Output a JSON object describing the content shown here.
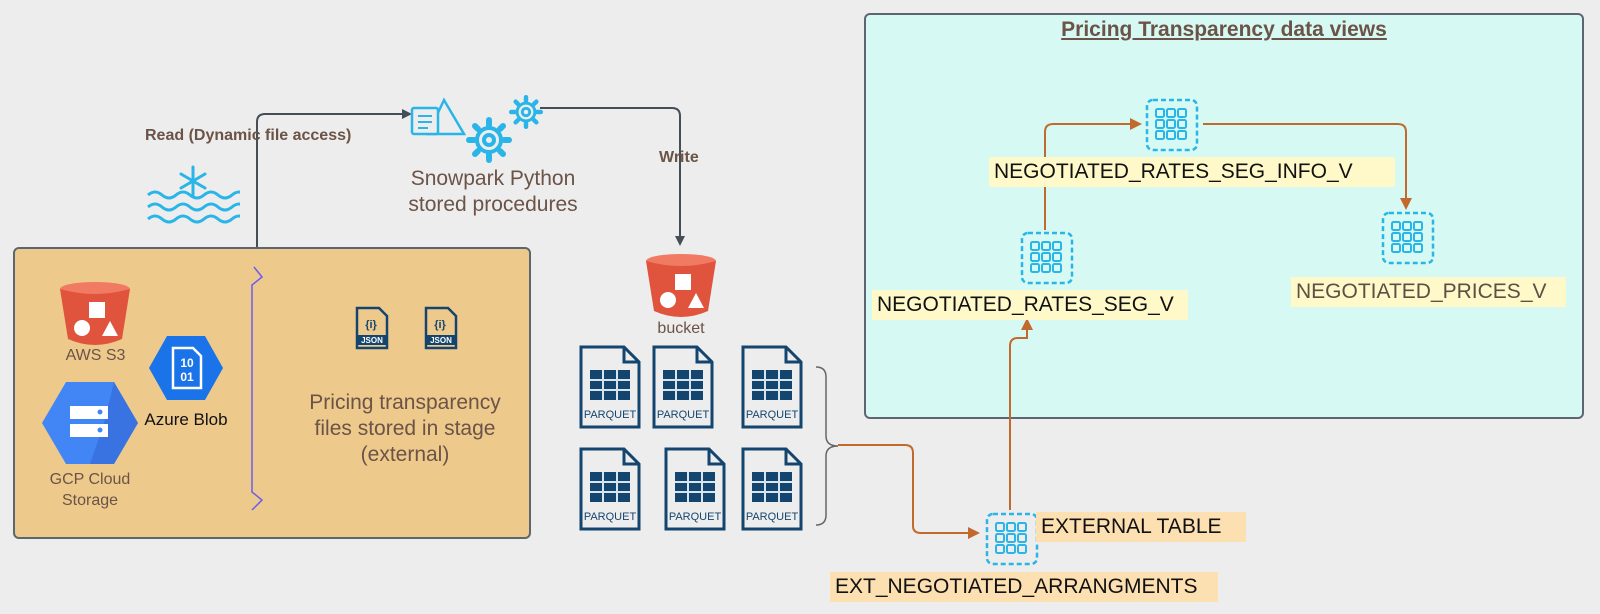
{
  "views_panel": {
    "title": "Pricing Transparency  data views"
  },
  "edges": {
    "read": "Read (Dynamic file access)",
    "write": "Write"
  },
  "procedures": {
    "line1": "Snowpark Python",
    "line2": "stored procedures"
  },
  "stage": {
    "aws": "AWS S3",
    "azure": "Azure Blob",
    "azure_icon_text": [
      "10",
      "01"
    ],
    "gcp_line1": "GCP Cloud",
    "gcp_line2": "Storage",
    "json_icon_text": "JSON",
    "json_icon_glyph": "{i}",
    "description": [
      "Pricing transparency",
      "files stored in stage",
      "(external)"
    ]
  },
  "bucket": {
    "label": "bucket"
  },
  "parquet": {
    "file_label": "PARQUET",
    "count": 6
  },
  "tables": {
    "external_table": "EXTERNAL TABLE",
    "ext_name": "EXT_NEGOTIATED_ARRANGMENTS",
    "seg": "NEGOTIATED_RATES_SEG_V",
    "seg_info": "NEGOTIATED_RATES_SEG_INFO_V",
    "prices": "NEGOTIATED_PRICES_V"
  },
  "colors": {
    "accent_blue": "#29b5e8",
    "bucket_red": "#e0533d",
    "file_navy": "#14456e",
    "arrow_orange": "#c26a2e",
    "arrow_dark": "#454d57"
  }
}
